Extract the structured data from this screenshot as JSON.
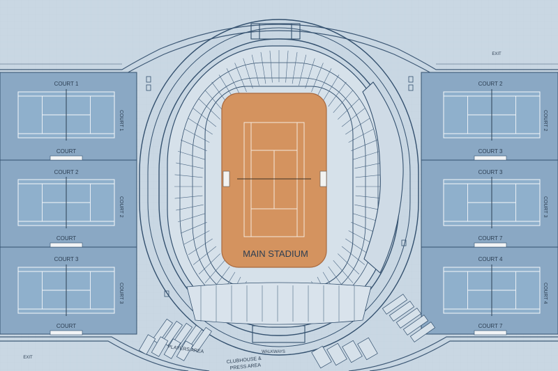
{
  "venue": {
    "main_stadium_label": "MAIN STADIUM"
  },
  "left_courts": [
    {
      "top_label": "COURT 1",
      "side_label": "COURT 1",
      "bottom_label": "COURT"
    },
    {
      "top_label": "COURT 2",
      "side_label": "COURT 2",
      "bottom_label": "COURT"
    },
    {
      "top_label": "COURT 3",
      "side_label": "COURT 3",
      "bottom_label": "COURT"
    }
  ],
  "right_courts": [
    {
      "top_label": "COURT 2",
      "side_label": "COURT 2",
      "bottom_label": "COURT 3"
    },
    {
      "top_label": "COURT 3",
      "side_label": "COURT 3",
      "bottom_label": "COURT 7"
    },
    {
      "top_label": "COURT 4",
      "side_label": "COURT 4",
      "bottom_label": "COURT 7"
    }
  ],
  "annotations": {
    "walkways": "WALKWAYS",
    "players_area": "PLAYERS AREA",
    "clubhouse_line1": "CLUBHOUSE &",
    "clubhouse_line2": "PRESS AREA",
    "top_right_mark": "EXIT",
    "bottom_left_mark": "EXIT"
  },
  "colors": {
    "background": "#c9d7e3",
    "court_surface": "#8aa8c4",
    "clay": "#d4935f",
    "line": "#2f4a66"
  }
}
